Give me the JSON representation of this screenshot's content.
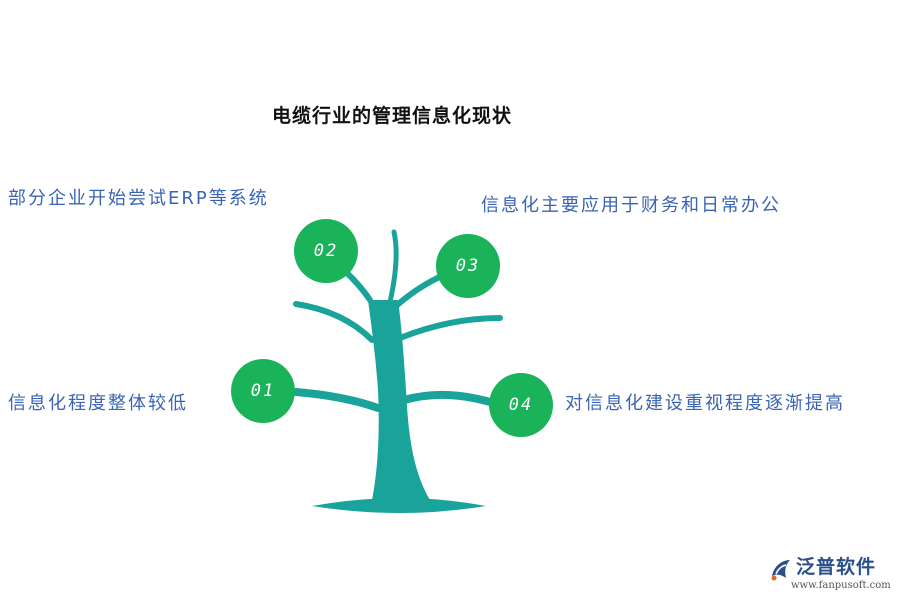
{
  "title": "电缆行业的管理信息化现状",
  "colors": {
    "trunk": "#1aa39a",
    "node": "#1bb359",
    "label": "#3a64b5",
    "title": "#111111"
  },
  "items": [
    {
      "number": "01",
      "text": "信息化程度整体较低"
    },
    {
      "number": "02",
      "text": "部分企业开始尝试ERP等系统"
    },
    {
      "number": "03",
      "text": "信息化主要应用于财务和日常办公"
    },
    {
      "number": "04",
      "text": "对信息化建设重视程度逐渐提高"
    }
  ],
  "logo": {
    "name": "泛普软件",
    "url": "www.fanpusoft.com"
  }
}
